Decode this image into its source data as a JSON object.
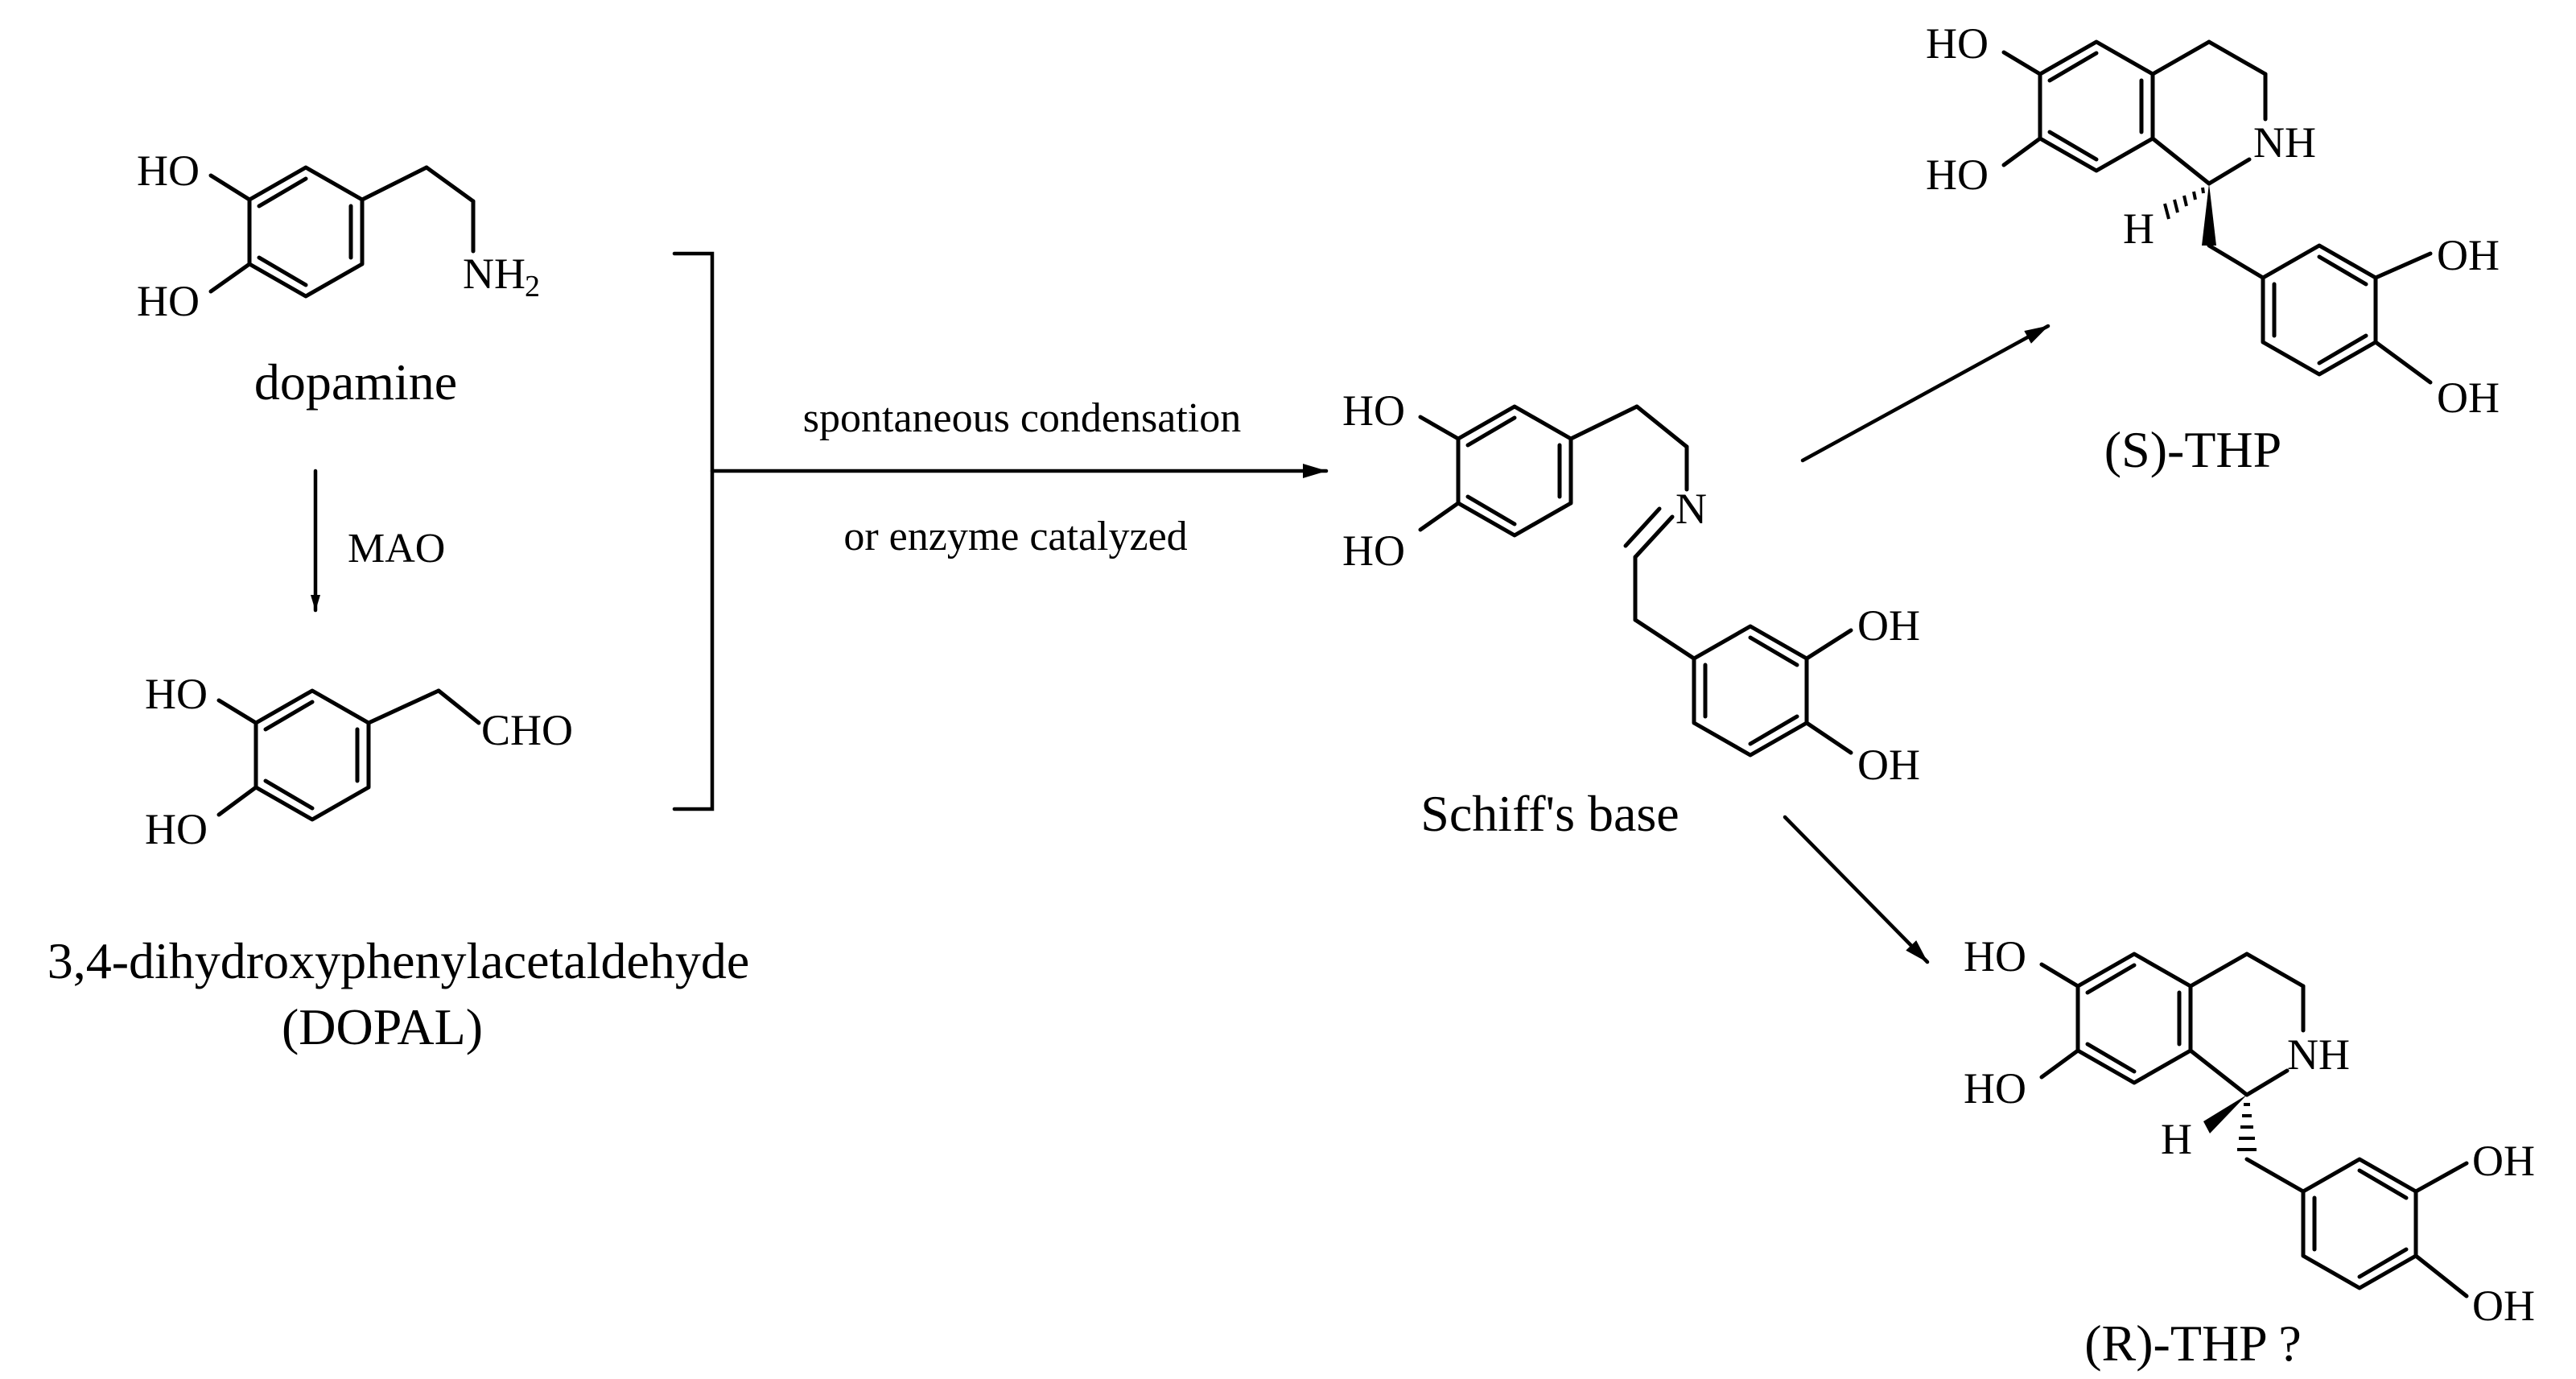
{
  "labels": {
    "hydroxyl_left": "HO",
    "hydroxyl_right": "OH",
    "amine": "NH",
    "amine_subscript": "2",
    "amine_ring": "NH",
    "imine_n": "N",
    "aldehyde": "CHO",
    "hydrogen": "H",
    "mao": "MAO",
    "condition_line1": "spontaneous condensation",
    "condition_line2": "or enzyme catalyzed"
  },
  "compounds": {
    "dopamine": "dopamine",
    "dopal_name": "3,4-dihydroxyphenylacetaldehyde",
    "dopal_abbr": "(DOPAL)",
    "schiff_base": "Schiff's base",
    "s_thp": "(S)-THP",
    "r_thp": "(R)-THP ?"
  },
  "colors": {
    "ink": "#000000",
    "background": "#ffffff"
  }
}
